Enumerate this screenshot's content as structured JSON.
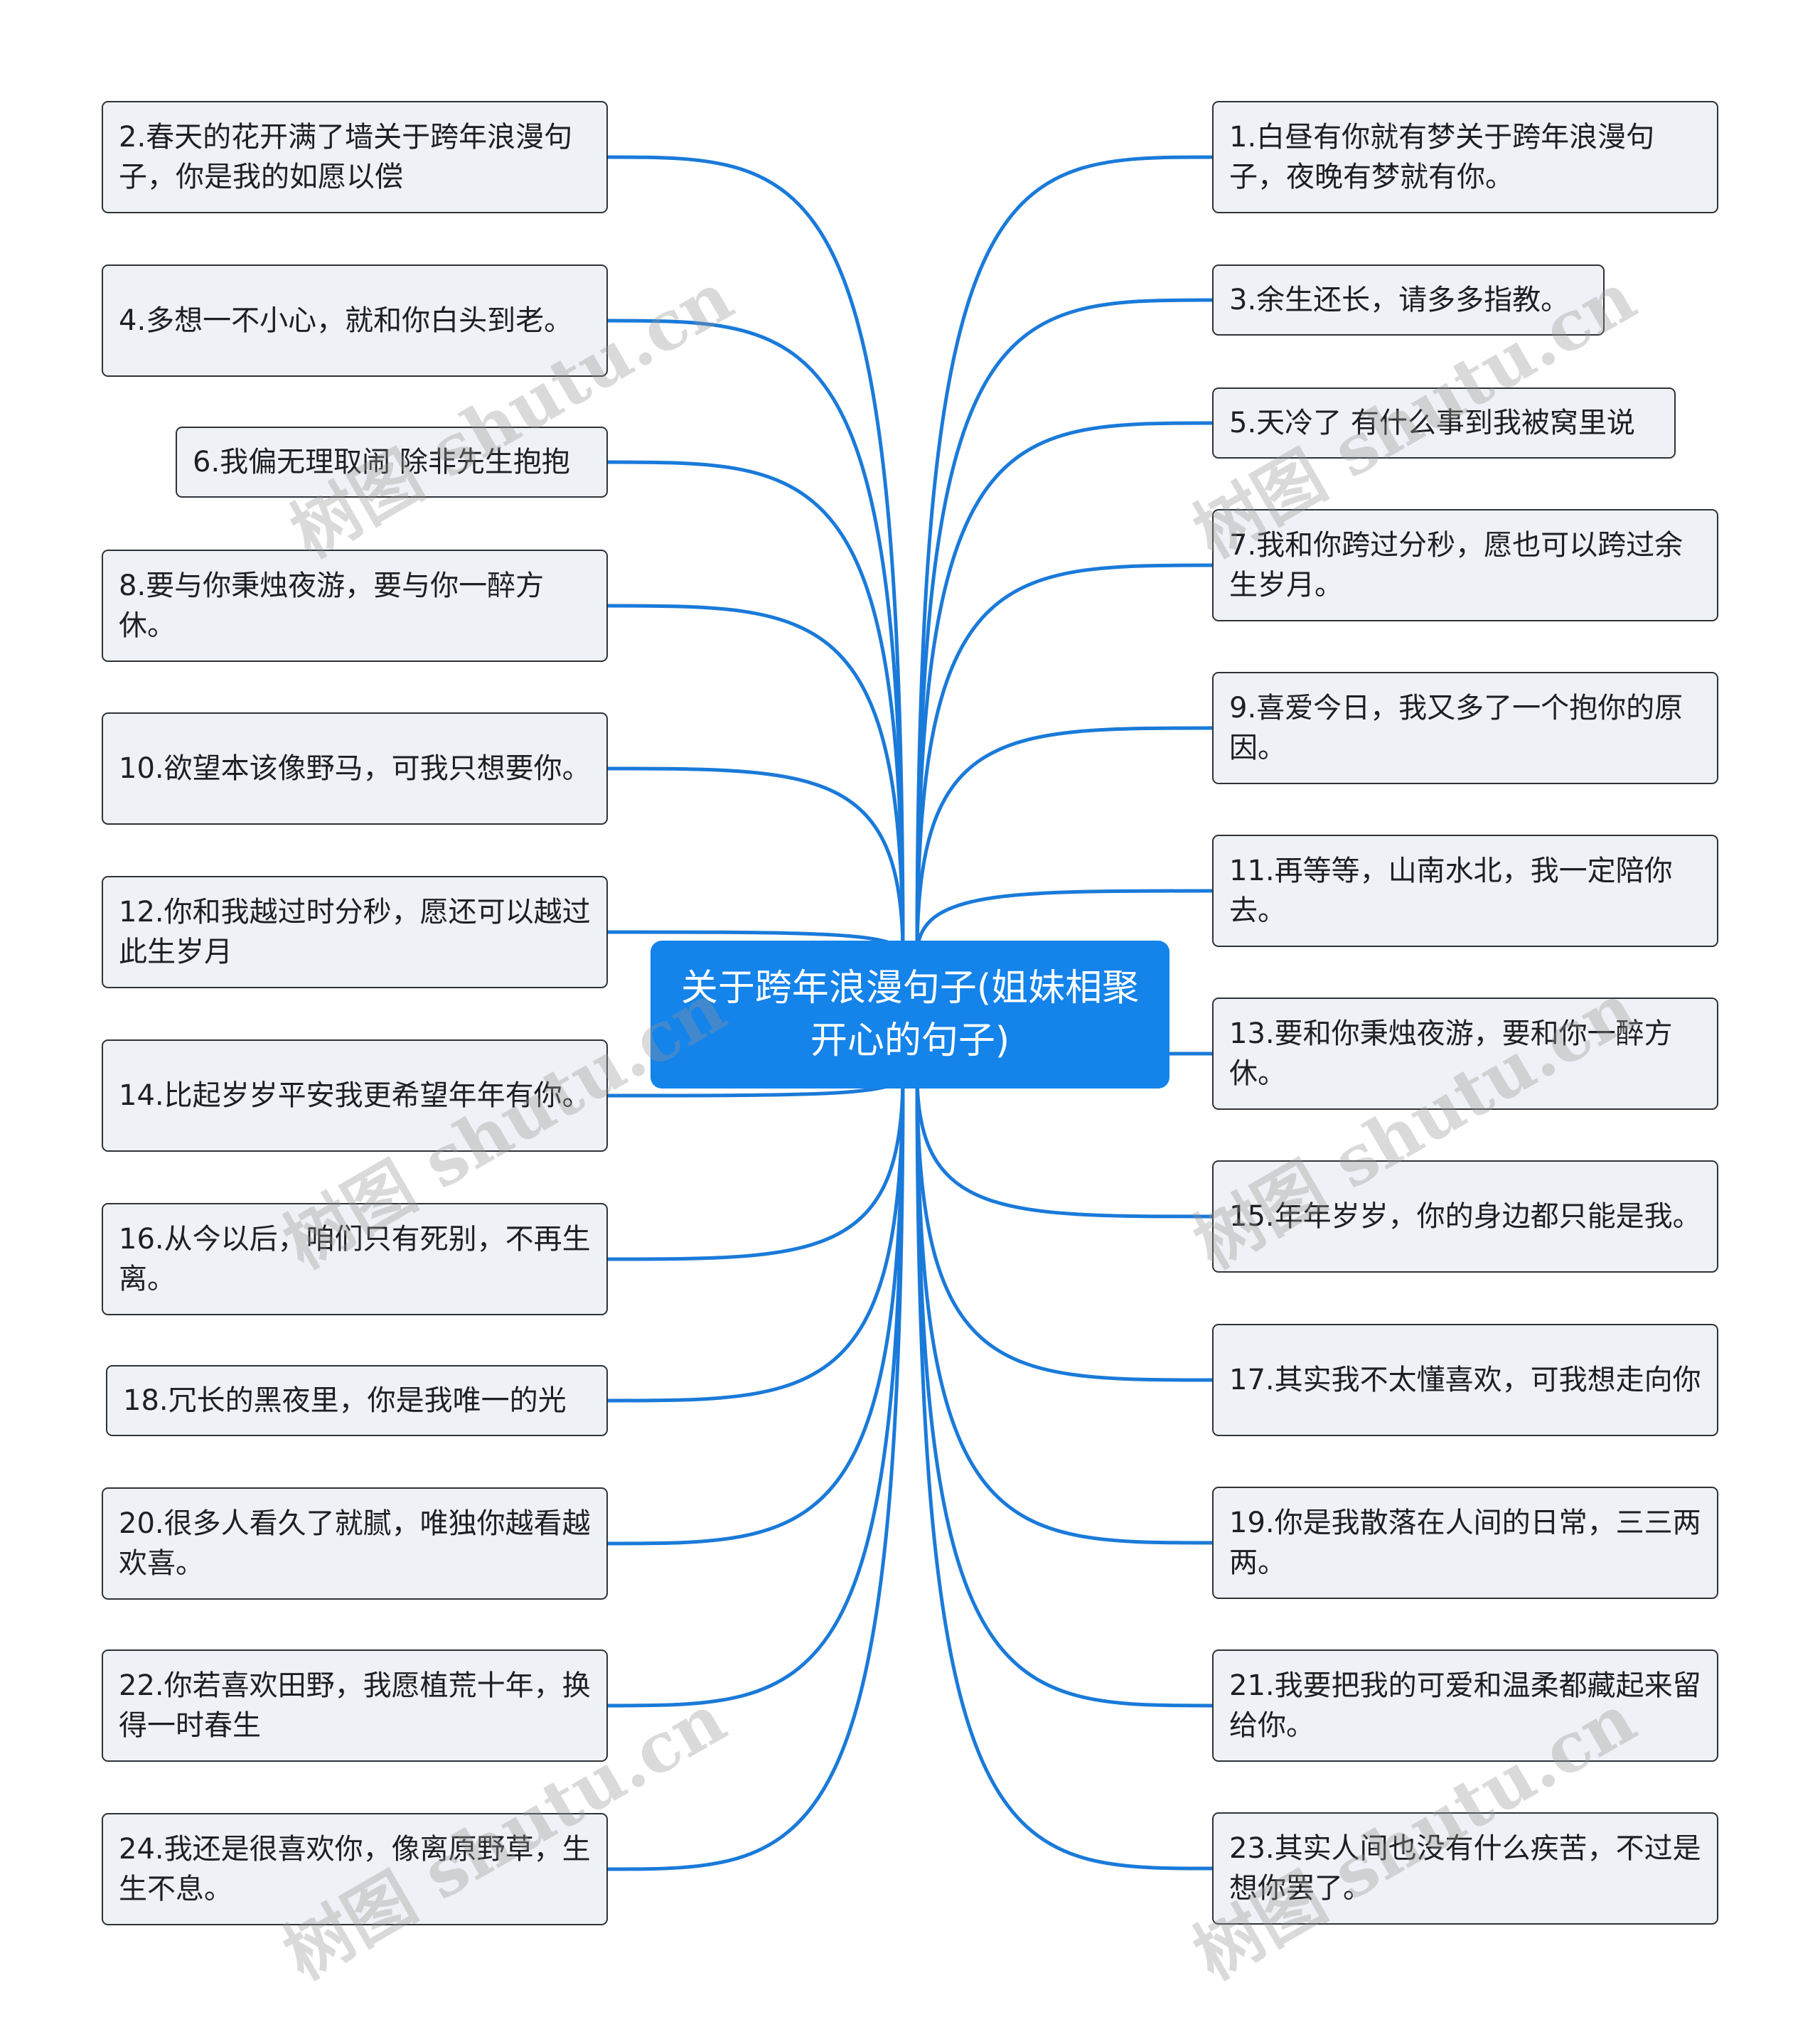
{
  "center": "关于跨年浪漫句子(姐妹相聚开心的句子)",
  "watermark": "树图 shutu.cn",
  "colors": {
    "link": "#1a7ad9",
    "center_bg": "#1483ea",
    "node_bg": "#eef1f5"
  },
  "left": [
    "2.春天的花开满了墙关于跨年浪漫句子，你是我的如愿以偿",
    "4.多想一不小心，就和你白头到老。",
    "6.我偏无理取闹 除非先生抱抱",
    "8.要与你秉烛夜游，要与你一醉方休。",
    "10.欲望本该像野马，可我只想要你。",
    "12.你和我越过时分秒，愿还可以越过此生岁月",
    "14.比起岁岁平安我更希望年年有你。",
    "16.从今以后，咱们只有死别，不再生离。",
    "18.冗长的黑夜里，你是我唯一的光",
    "20.很多人看久了就腻，唯独你越看越欢喜。",
    "22.你若喜欢田野，我愿植荒十年，换得一时春生",
    "24.我还是很喜欢你，像离原野草，生生不息。"
  ],
  "right": [
    "1.白昼有你就有梦关于跨年浪漫句子，夜晚有梦就有你。",
    "3.余生还长，请多多指教。",
    "5.天冷了 有什么事到我被窝里说",
    "7.我和你跨过分秒，愿也可以跨过余生岁月。",
    "9.喜爱今日，我又多了一个抱你的原因。",
    "11.再等等，山南水北，我一定陪你去。",
    "13.要和你秉烛夜游，要和你一醉方休。",
    "15.年年岁岁，你的身边都只能是我。",
    "17.其实我不太懂喜欢，可我想走向你",
    "19.你是我散落在人间的日常，三三两两。",
    "21.我要把我的可爱和温柔都藏起来留给你。",
    "23.其实人间也没有什么疾苦，不过是想你罢了。"
  ]
}
